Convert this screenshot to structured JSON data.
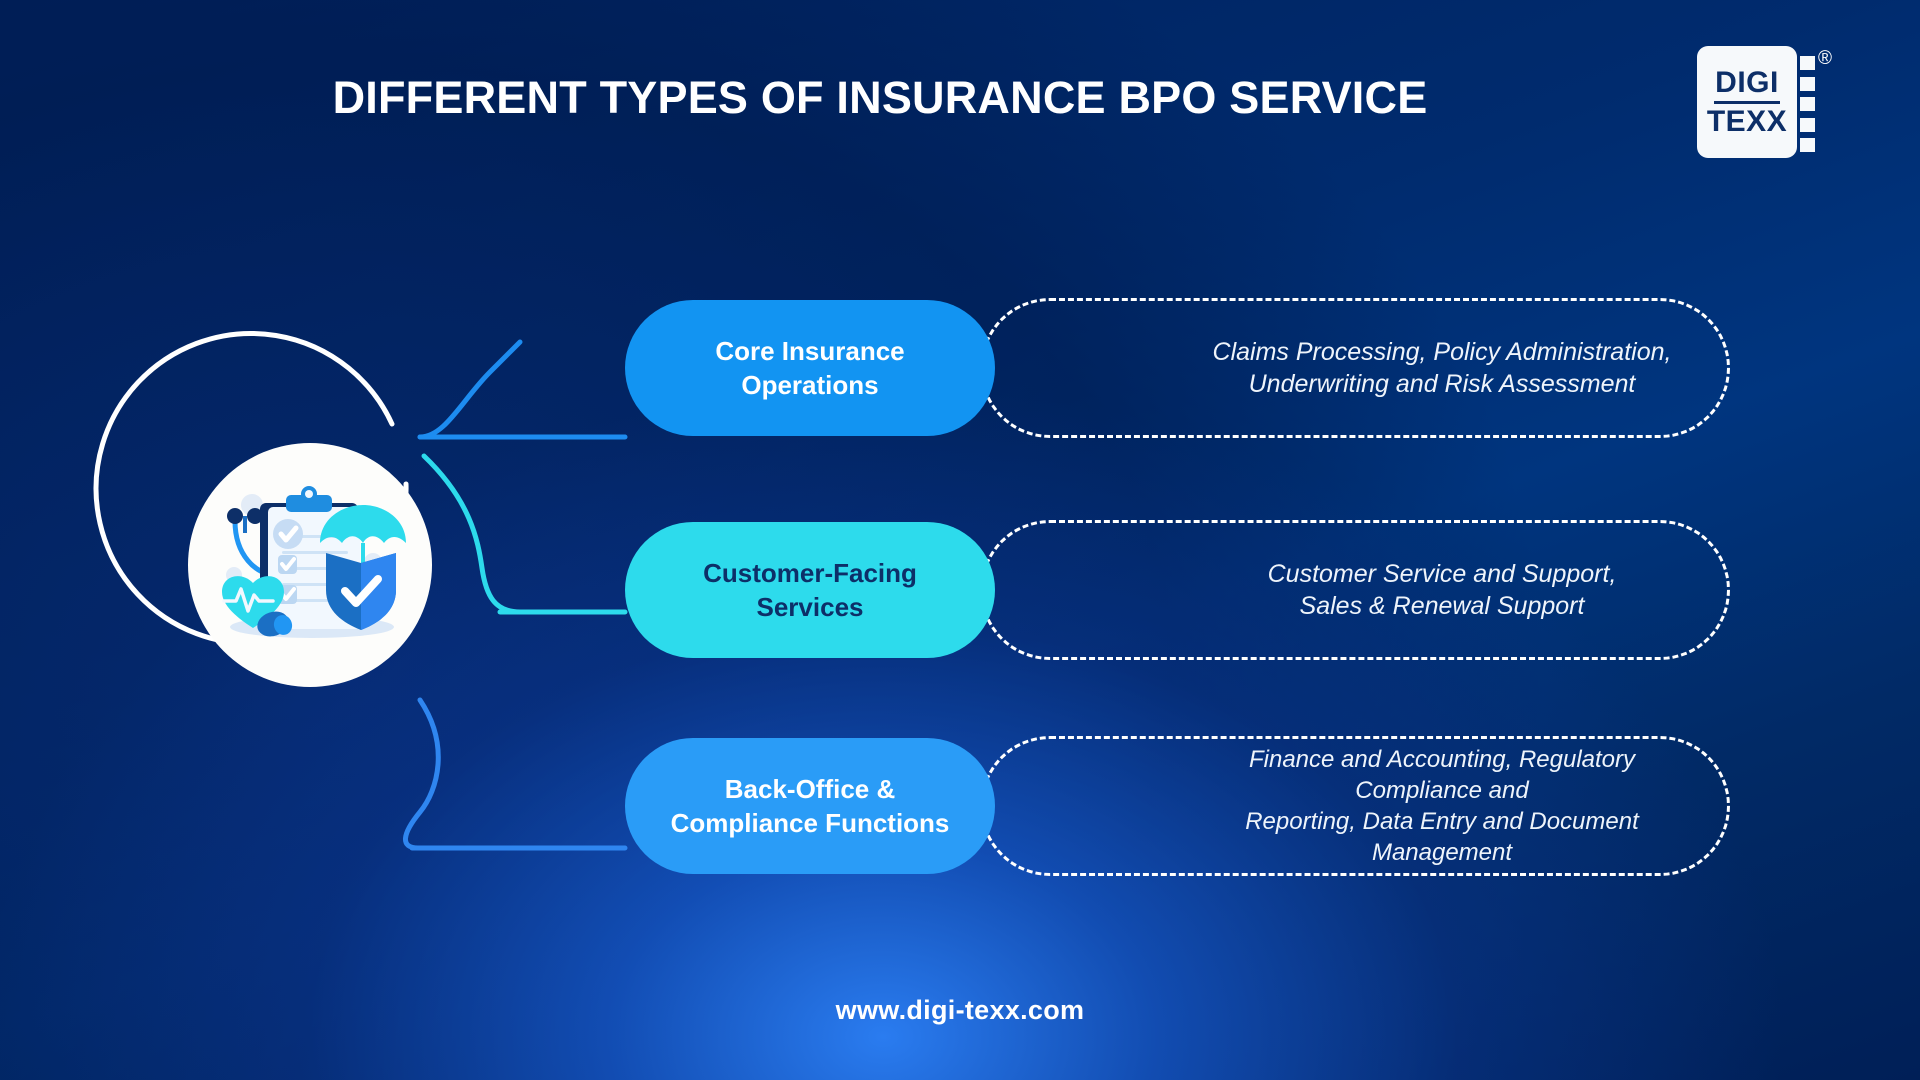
{
  "header": {
    "title": "DIFFERENT TYPES OF INSURANCE BPO SERVICE"
  },
  "logo": {
    "line1": "DIGI",
    "line2": "TEXX",
    "registered_mark": "®",
    "plate_color": "#f6f9fb",
    "text_color": "#0d2f68"
  },
  "hub": {
    "illustration_name": "insurance-clipboard-illustration",
    "disc_color": "#fdfdfb",
    "ring_color": "#ffffff"
  },
  "rows": [
    {
      "pill_label": "Core Insurance\nOperations",
      "pill_bg": "#1294f2",
      "pill_text_color": "#ffffff",
      "description": "Claims Processing, Policy Administration,\nUnderwriting and Risk Assessment",
      "connector_color": "#1d8cf0"
    },
    {
      "pill_label": "Customer-Facing\nServices",
      "pill_bg": "#2ddbec",
      "pill_text_color": "#0d2f68",
      "description": "Customer Service and Support,\nSales & Renewal Support",
      "connector_color": "#2ddbec"
    },
    {
      "pill_label": "Back-Office &\nCompliance Functions",
      "pill_bg": "#2a9cf7",
      "pill_text_color": "#ffffff",
      "description": "Finance and Accounting, Regulatory Compliance and\nReporting, Data Entry and Document Management",
      "connector_color": "#2f86f0"
    }
  ],
  "footer": {
    "website": "www.digi-texx.com"
  },
  "theme": {
    "bg_dark": "#00205b",
    "bg_bright": "#1058dd",
    "dash_border": "#ffffff"
  }
}
